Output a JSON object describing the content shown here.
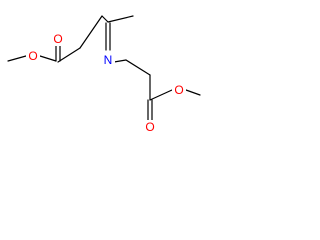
{
  "molecule": {
    "atoms": {
      "o_ketone_ester_left": "O",
      "o_methoxy_left": "O",
      "n_imine": "N",
      "o_carbonyl_right": "O",
      "o_methoxy_right": "O"
    },
    "colors": {
      "oxygen": "#ff0000",
      "nitrogen": "#0000ff",
      "bond": "#000000"
    }
  }
}
